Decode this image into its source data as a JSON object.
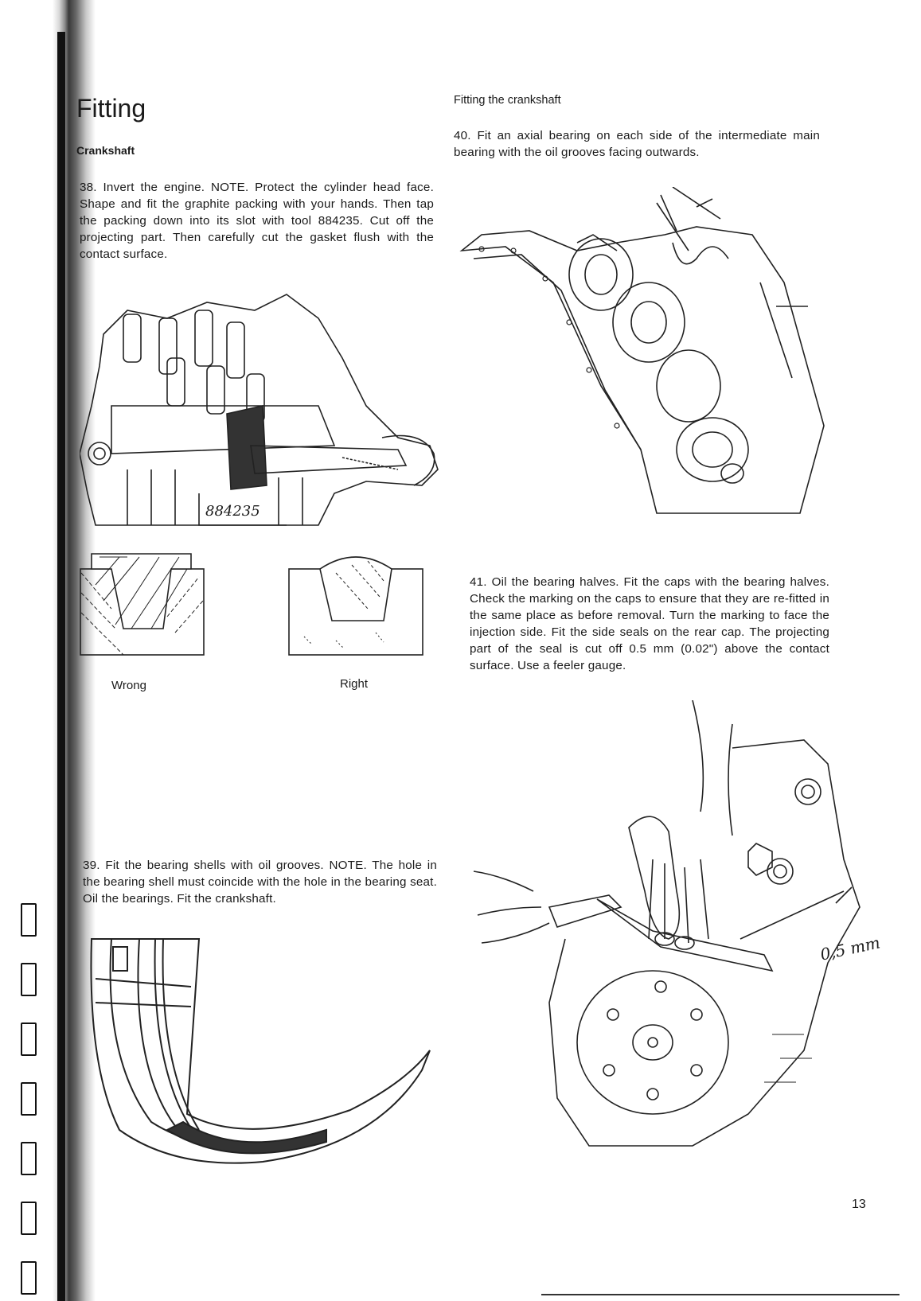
{
  "page": {
    "title": "Fitting",
    "subheading": "Crankshaft",
    "page_number": "13"
  },
  "left_column": {
    "step38": "38. Invert the engine. NOTE. Protect the cylinder head face. Shape and fit the graphite packing with your hands. Then tap the packing down into its slot with tool 884235. Cut off the projecting part. Then carefully cut the gasket flush with the contact surface.",
    "fig38_tool_label": "884235",
    "caption_wrong": "Wrong",
    "caption_right": "Right",
    "step39": "39. Fit the bearing shells with oil grooves. NOTE. The hole in the bearing shell must coincide with the hole in the bearing seat. Oil the bearings. Fit the crankshaft."
  },
  "right_column": {
    "heading": "Fitting the crankshaft",
    "step40": "40. Fit an axial bearing on each side of the intermediate main bearing with the oil grooves facing outwards.",
    "step41": "41. Oil the bearing halves. Fit the caps with the bearing halves. Check the marking on the caps to ensure that they are re-fitted in the same place as before removal. Turn the marking to face the injection side. Fit the side seals on the rear cap. The projecting part of the seal is cut off 0.5 mm (0.02\") above the contact surface. Use a feeler gauge.",
    "fig41_handnote": "0,5 mm"
  }
}
